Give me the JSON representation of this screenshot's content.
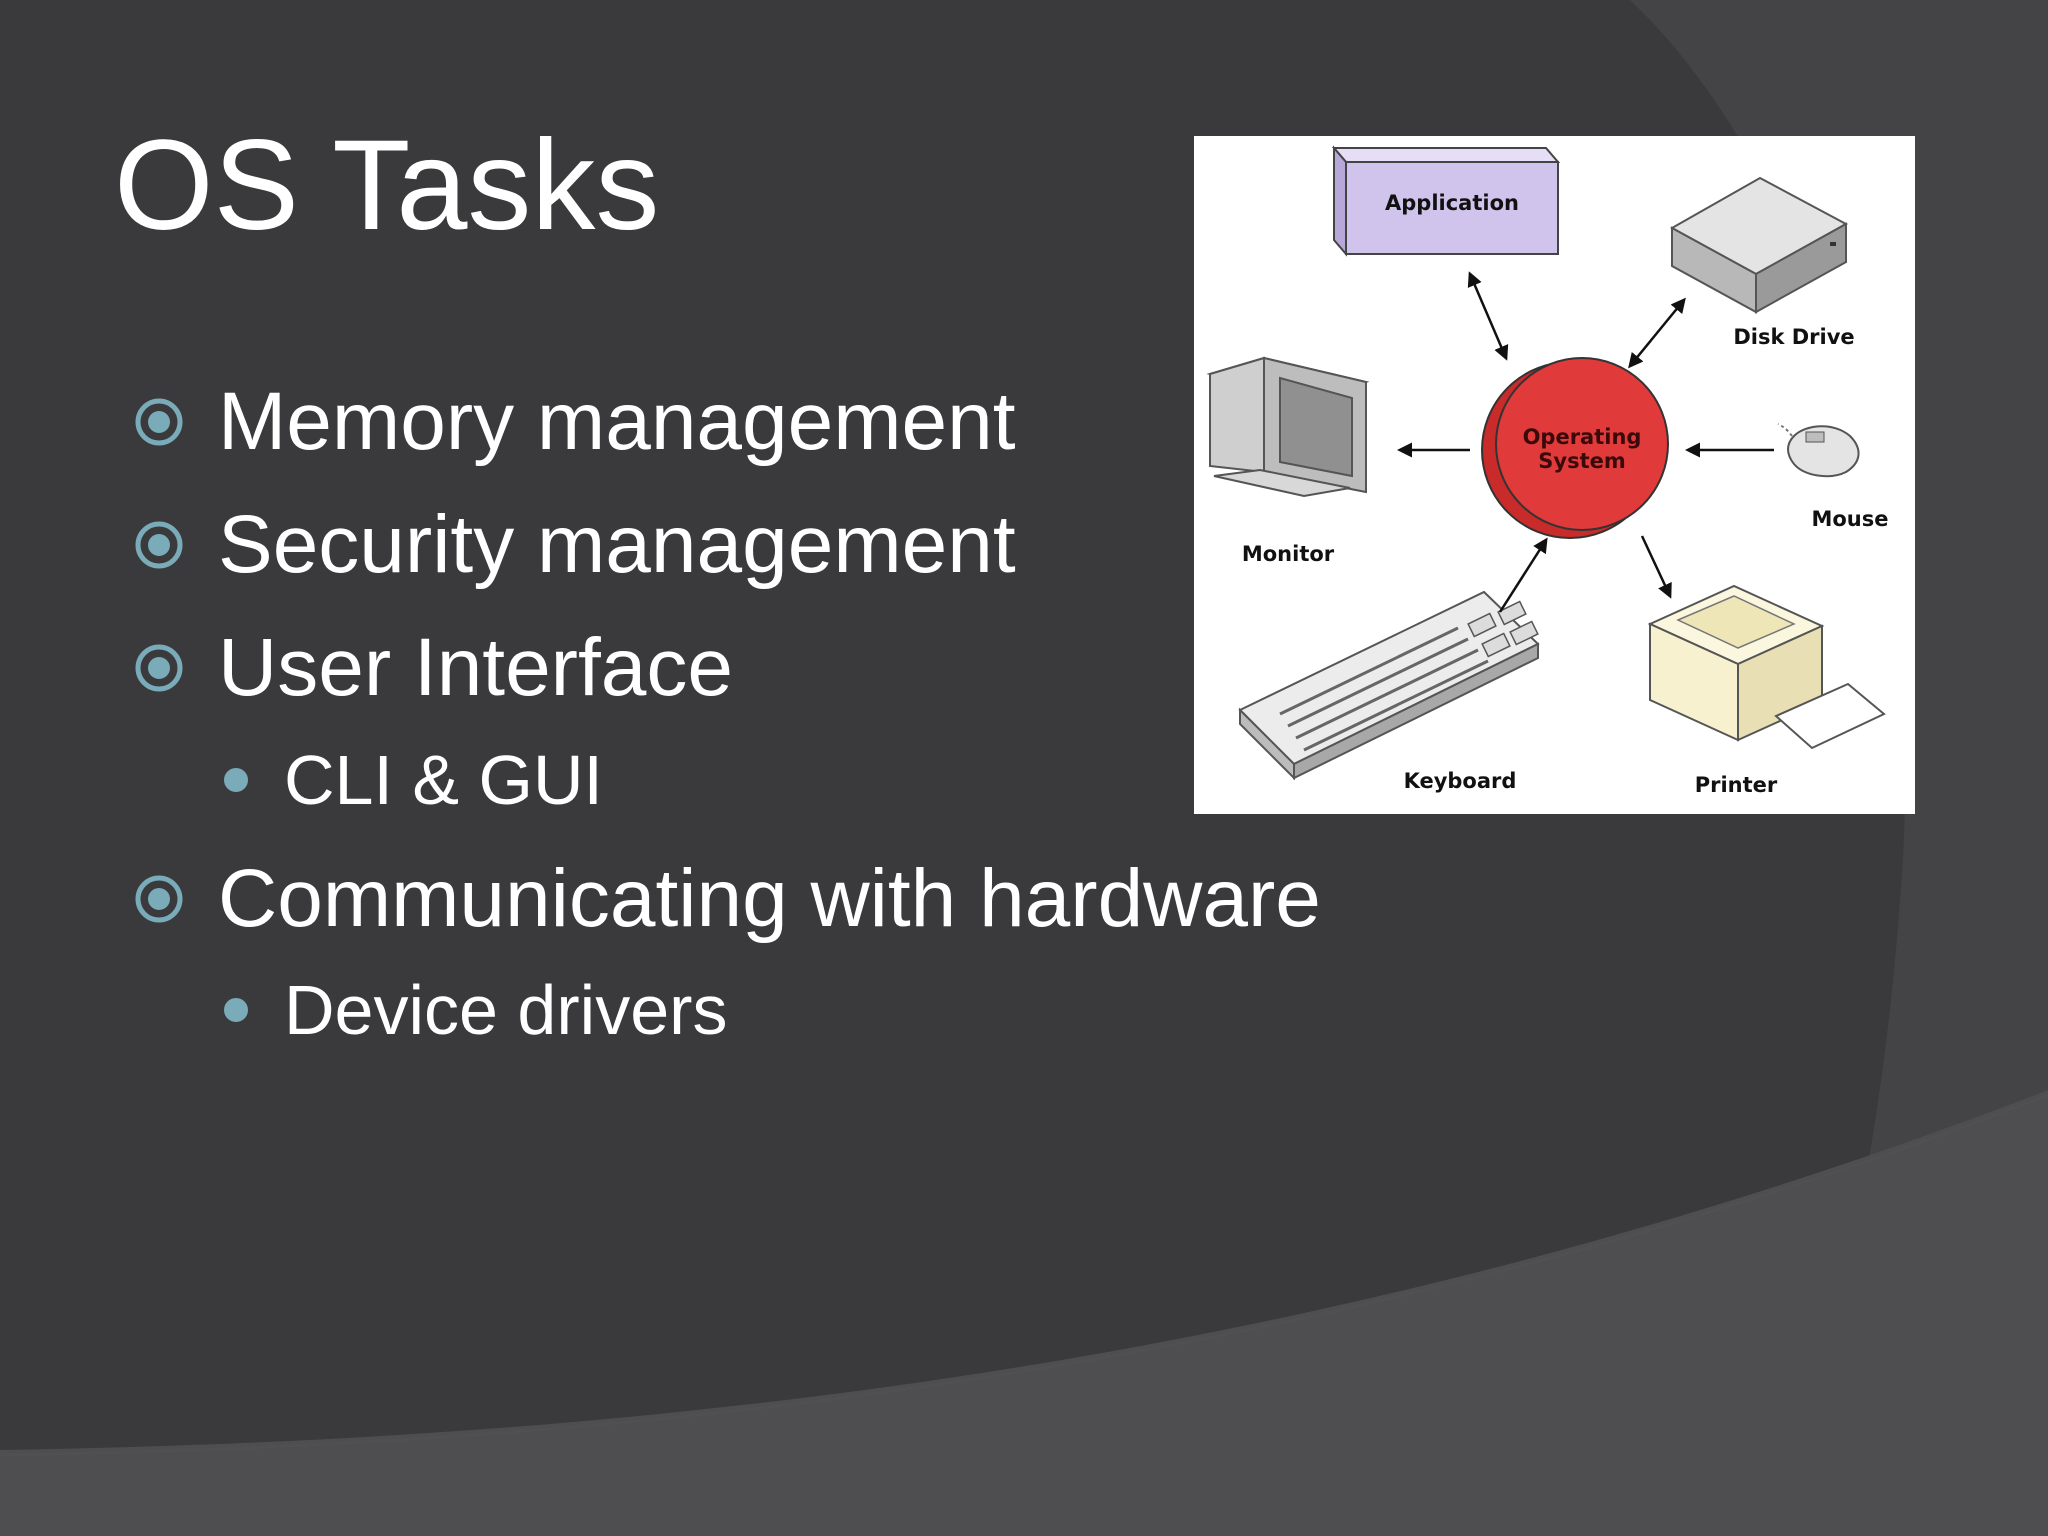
{
  "slide": {
    "title": "OS Tasks",
    "bullets": [
      {
        "text": "Memory management"
      },
      {
        "text": "Security management"
      },
      {
        "text": "User Interface",
        "sub": [
          "CLI & GUI"
        ]
      },
      {
        "text": "Communicating with hardware",
        "sub": [
          "Device drivers"
        ]
      }
    ]
  },
  "diagram": {
    "center": [
      "Operating",
      "System"
    ],
    "application": "Application",
    "disk_drive": "Disk Drive",
    "monitor": "Monitor",
    "mouse": "Mouse",
    "keyboard": "Keyboard",
    "printer": "Printer"
  },
  "colors": {
    "background": "#3a3a3c",
    "swoosh": "#4e4e50",
    "bullet_accent": "#7aabb8",
    "os_circle": "#e03a3a",
    "application_box": "#d0c4ec",
    "printer_body": "#f7f1d0"
  }
}
